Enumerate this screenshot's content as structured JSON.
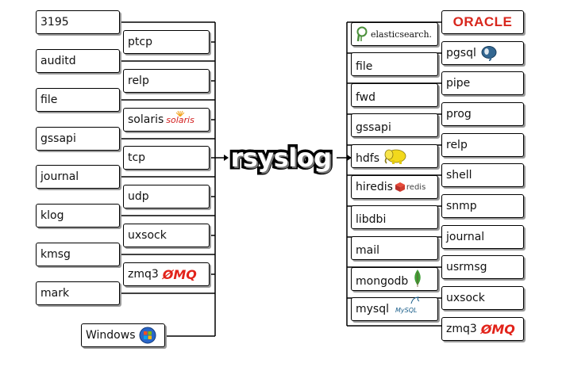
{
  "center_label": "rsyslog",
  "inputs_outer": [
    "3195",
    "auditd",
    "file",
    "gssapi",
    "journal",
    "klog",
    "kmsg",
    "mark"
  ],
  "inputs_inner": [
    "ptcp",
    "relp",
    "solaris",
    "tcp",
    "udp",
    "uxsock",
    "zmq3"
  ],
  "windows_label": "Windows",
  "outputs_left": [
    "elasticsearch.",
    "file",
    "fwd",
    "gssapi",
    "hdfs",
    "hiredis",
    "libdbi",
    "mail",
    "mongodb",
    "mysql"
  ],
  "outputs_right": [
    "ORACLE",
    "pgsql",
    "pipe",
    "prog",
    "relp",
    "shell",
    "snmp",
    "journal",
    "usrmsg",
    "uxsock",
    "zmq3"
  ],
  "logo_text": {
    "solaris": "solaris",
    "zmq": "ØMQ",
    "redis": "redis",
    "mysql": "MySQL"
  },
  "colors": {
    "oracle": "#d8261c",
    "zmq": "#e2231a",
    "mongodb": "#3fa037",
    "hdfs": "#f2d91c",
    "windows": "#1f6fd0"
  },
  "icons": {
    "windows": "windows-logo-icon",
    "solaris": "solaris-sun-icon",
    "zmq": "zeromq-logo-icon",
    "elasticsearch": "elasticsearch-logo-icon",
    "hdfs": "hadoop-elephant-icon",
    "hiredis": "redis-cube-icon",
    "mongodb": "mongodb-leaf-icon",
    "mysql": "mysql-dolphin-icon",
    "pgsql": "postgresql-elephant-icon"
  }
}
